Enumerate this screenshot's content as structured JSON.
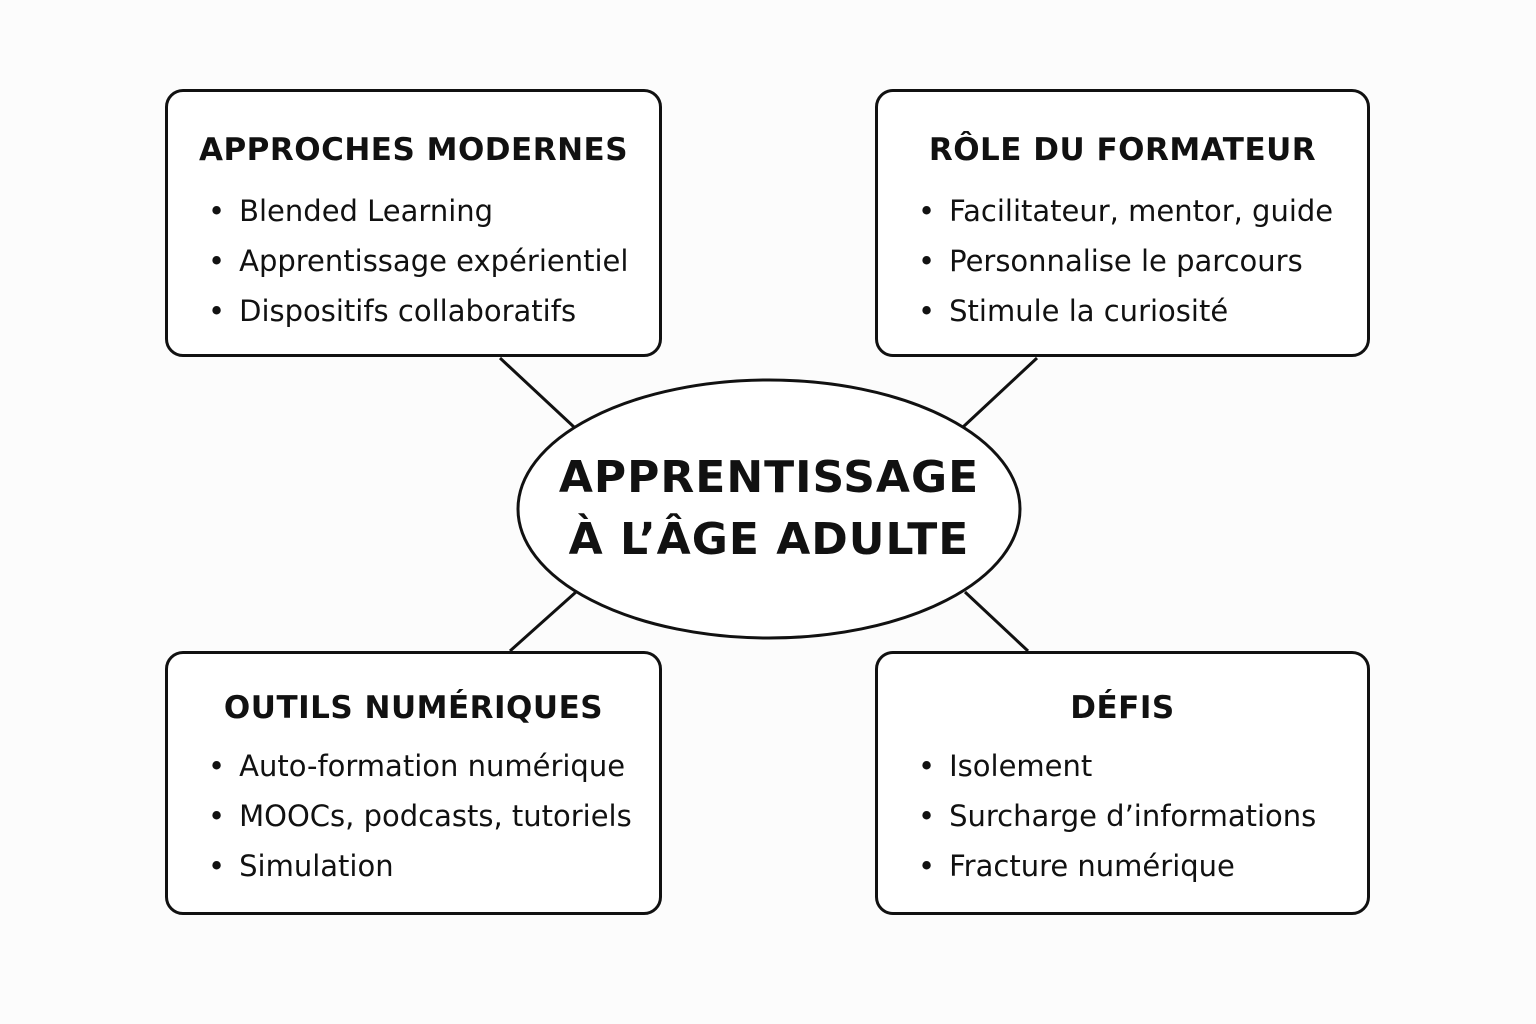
{
  "center": {
    "line1": "APPRENTISSAGE",
    "line2": "À L’ÂGE ADULTE"
  },
  "boxes": {
    "top_left": {
      "title": "APPROCHES MODERNES",
      "items": [
        "Blended Learning",
        "Apprentissage expérientiel",
        "Dispositifs collaboratifs"
      ]
    },
    "top_right": {
      "title": "RÔLE DU FORMATEUR",
      "items": [
        "Facilitateur, mentor, guide",
        "Personnalise le parcours",
        "Stimule la curiosité"
      ]
    },
    "bottom_left": {
      "title": "OUTILS NUMÉRIQUES",
      "items": [
        "Auto-formation numérique",
        "MOOCs, podcasts, tutoriels",
        "Simulation"
      ]
    },
    "bottom_right": {
      "title": "DÉFIS",
      "items": [
        "Isolement",
        "Surcharge d’informations",
        "Fracture numérique"
      ]
    }
  }
}
